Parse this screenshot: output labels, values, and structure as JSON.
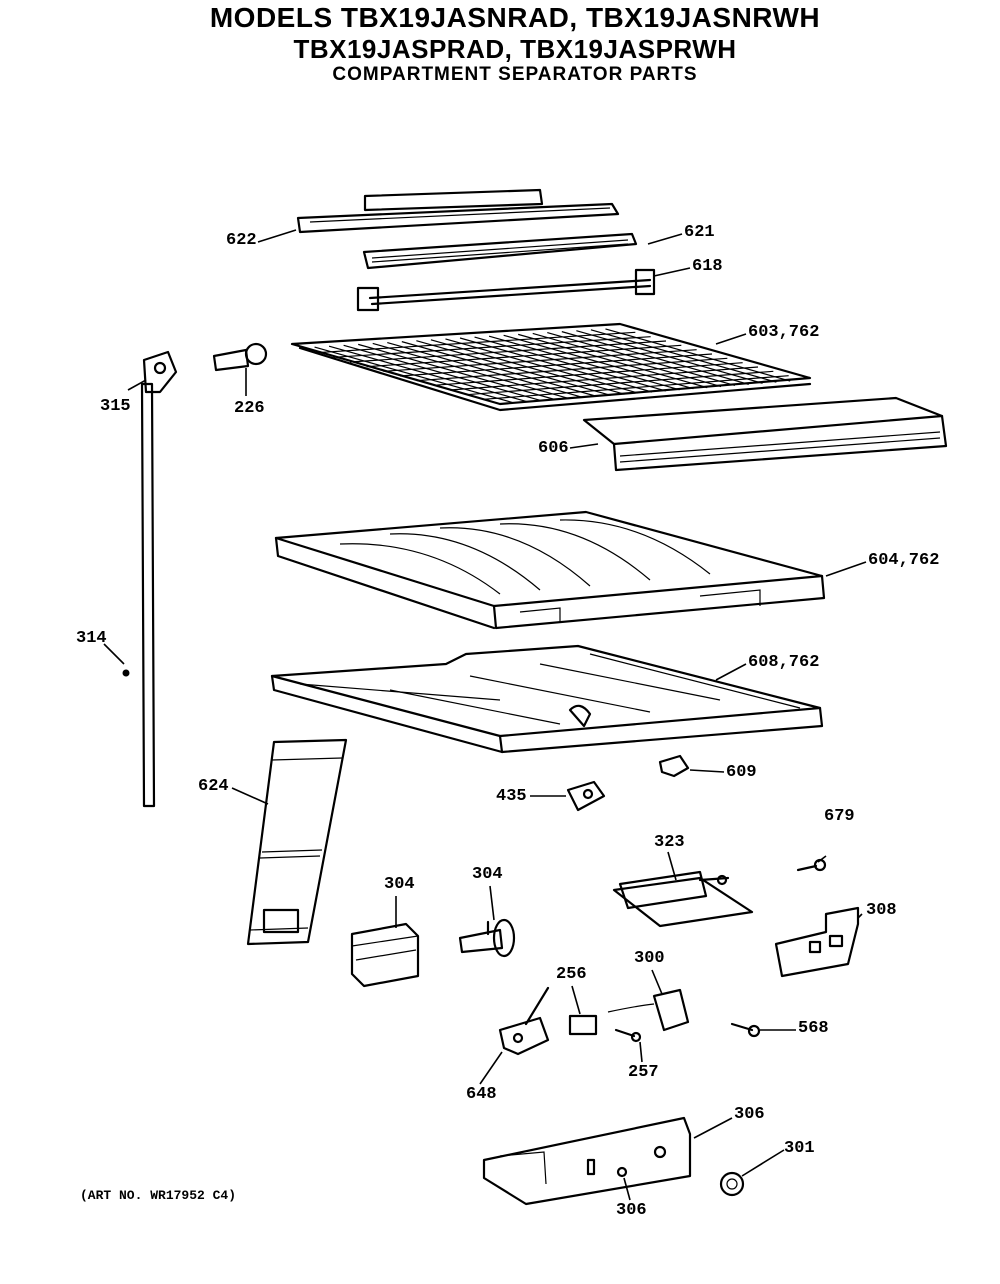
{
  "header": {
    "line1": "MODELS TBX19JASNRAD, TBX19JASNRWH",
    "line2": "TBX19JASPRAD, TBX19JASPRWH",
    "line3": "COMPARTMENT SEPARATOR PARTS"
  },
  "footer": {
    "art_number": "(ART NO. WR17952 C4)"
  },
  "parts": [
    {
      "label": "622"
    },
    {
      "label": "621"
    },
    {
      "label": "618"
    },
    {
      "label": "603,762"
    },
    {
      "label": "315"
    },
    {
      "label": "226"
    },
    {
      "label": "606"
    },
    {
      "label": "604,762"
    },
    {
      "label": "314"
    },
    {
      "label": "608,762"
    },
    {
      "label": "624"
    },
    {
      "label": "435"
    },
    {
      "label": "609"
    },
    {
      "label": "679"
    },
    {
      "label": "323"
    },
    {
      "label": "304"
    },
    {
      "label": "304"
    },
    {
      "label": "308"
    },
    {
      "label": "256"
    },
    {
      "label": "300"
    },
    {
      "label": "568"
    },
    {
      "label": "257"
    },
    {
      "label": "648"
    },
    {
      "label": "306"
    },
    {
      "label": "301"
    },
    {
      "label": "306"
    }
  ]
}
